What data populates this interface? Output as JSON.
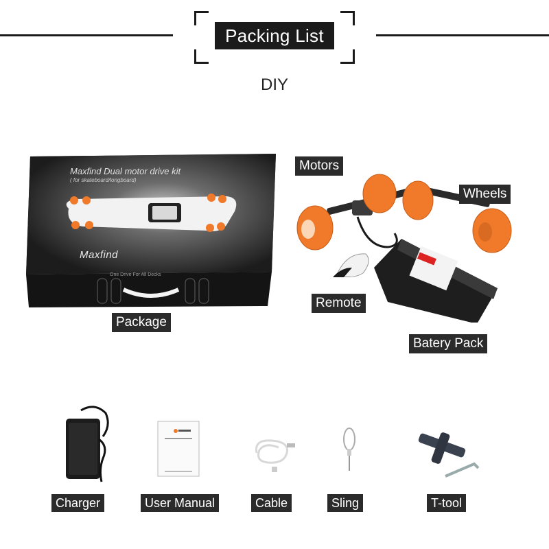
{
  "header": {
    "title": "Packing List",
    "subtitle": "DIY"
  },
  "box": {
    "brand_line": "Maxfind Dual motor drive kit",
    "brand_sub": "( for skateboard/longboard)",
    "logo_text": "Maxfind",
    "slogan": "One Drive For All Decks"
  },
  "labels": {
    "package": "Package",
    "motors": "Motors",
    "wheels": "Wheels",
    "remote": "Remote",
    "battery": "Batery Pack",
    "charger": "Charger",
    "manual": "User Manual",
    "cable": "Cable",
    "sling": "Sling",
    "ttool": "T-tool"
  },
  "colors": {
    "wheel_orange": "#f07a2a",
    "label_bg": "#2b2b2b",
    "box_black": "#1c1c1c"
  }
}
